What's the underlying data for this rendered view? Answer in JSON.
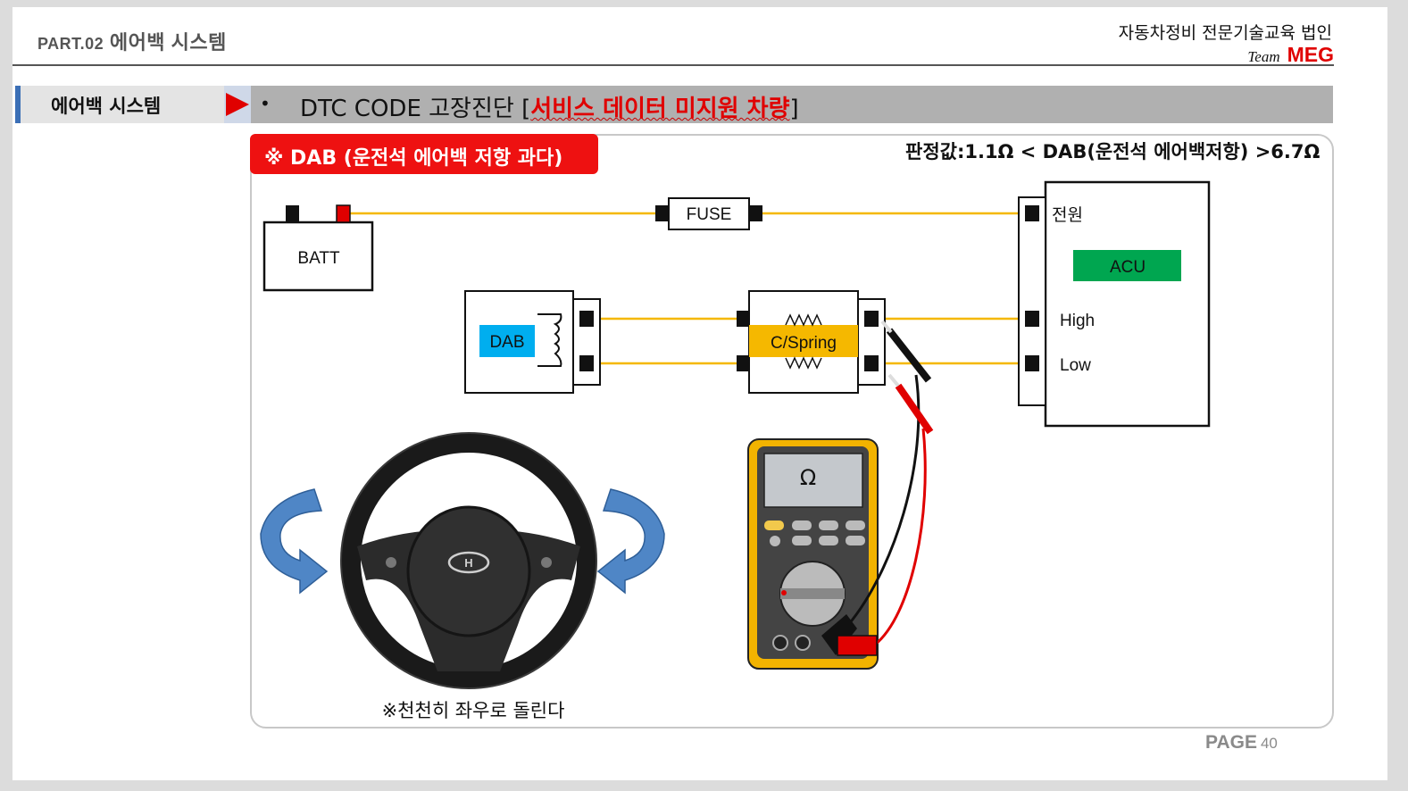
{
  "header": {
    "part_prefix": "PART.02",
    "part_title": "에어백 시스템",
    "org_name": "자동차정비 전문기술교육 법인",
    "team_label": "Team",
    "team_name": "MEG"
  },
  "sidebar": {
    "tab_label": "에어백 시스템"
  },
  "titlebar": {
    "bullet": "•",
    "title_main": "DTC CODE 고장진단 [",
    "title_red": "서비스 데이터 미지원 차량",
    "title_end": "]"
  },
  "badge": {
    "text": "※ DAB (운전석 에어백 저항 과다)"
  },
  "criteria": {
    "text": "판정값:1.1Ω < DAB(운전석 에어백저항) >6.7Ω"
  },
  "diagram": {
    "batt": "BATT",
    "fuse": "FUSE",
    "dab": "DAB",
    "clockspring": "C/Spring",
    "acu": "ACU",
    "pin_power": "전원",
    "pin_high": "High",
    "pin_low": "Low",
    "meter_symbol": "Ω",
    "caption": "※천천히 좌우로 돌린다",
    "colors": {
      "wire": "#f5b800",
      "acu": "#00a650",
      "dab": "#00aeef",
      "cspring": "#f5b800",
      "red": "#e00000",
      "meter_body": "#f2b300"
    }
  },
  "footer": {
    "page_label": "PAGE",
    "page_number": "40"
  }
}
